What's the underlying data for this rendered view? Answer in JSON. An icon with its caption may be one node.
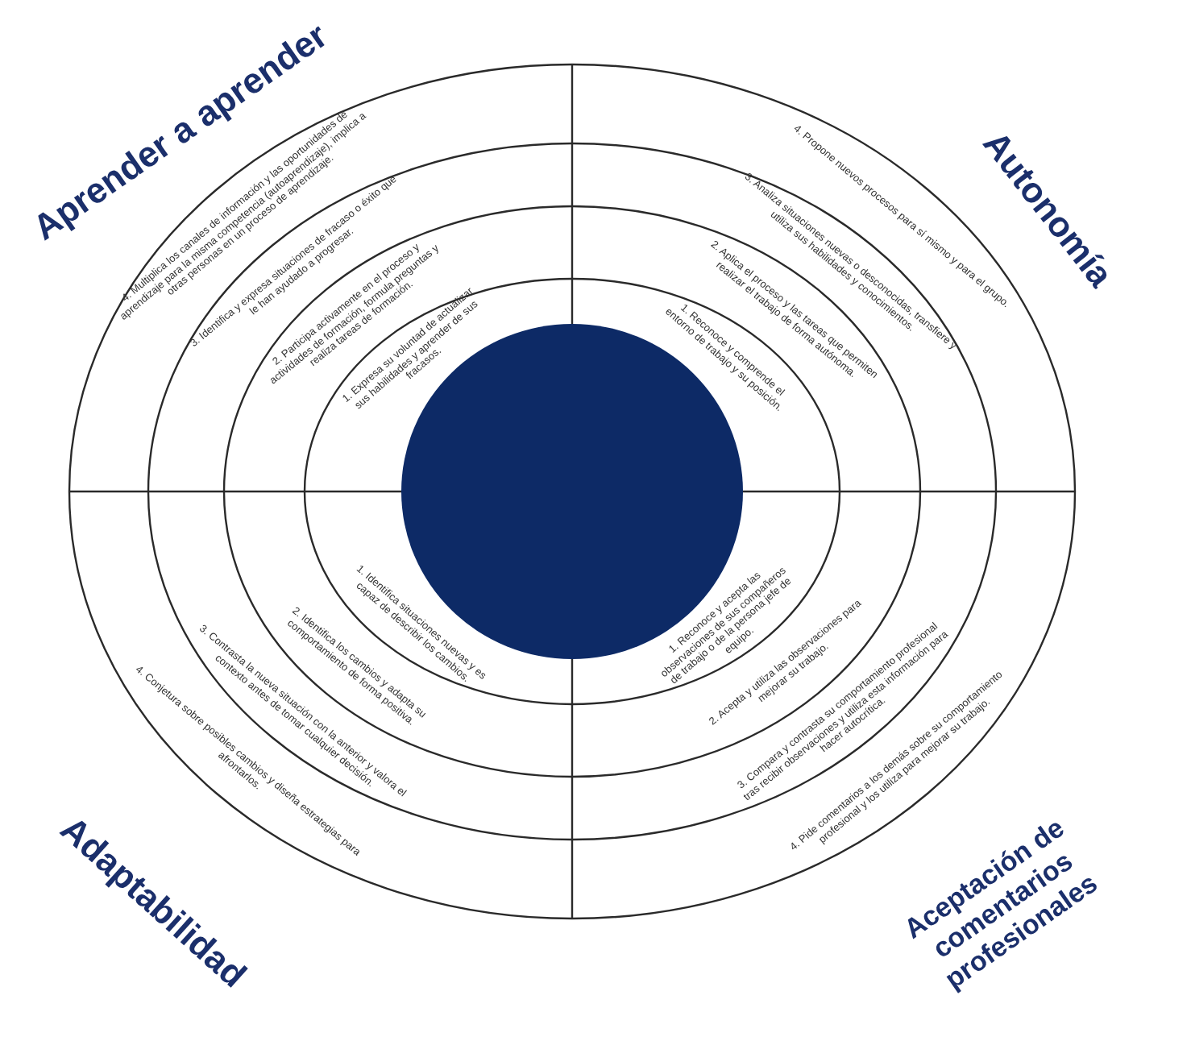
{
  "diagram": {
    "labels": [
      "Aprender a aprender",
      "1. Expresa su voluntad de actualizar sus habilidades y aprender de sus fracasos.",
      "2. Participa activamente en el proceso y actividades de formación, formula preguntas y realiza tareas de formación.",
      "3. Identifica y expresa situaciones de fracaso o éxito que le han ayudado a progresar.",
      "4. Multiplica los canales de información y las oportunidades de aprendizaje para la misma competencia (autoaprendizaje), implica a otras personas en un proceso de aprendizaje.",
      "Autonomía",
      "1. Reconoce y comprende el entorno de trabajo y su posición.",
      "2. Aplica el proceso y las tareas que permiten realizar el trabajo de forma autónoma.",
      "3. Analiza situaciones nuevas o desconocidas, transfiere y utiliza sus habilidades y conocimientos.",
      "4. Propone nuevos procesos para sí mismo y para el grupo.",
      "Adaptabilidad",
      "1. Identifica situaciones nuevas y es capaz de describir los cambios.",
      "2. Identifica los cambios y adapta su comportamiento de forma positiva.",
      "3. Contrasta la nueva situación con la anterior y valora el contexto antes de tomar cualquier decisión.",
      "4. Conjetura sobre posibles cambios y diseña estrategias para afrontarlos.",
      "Aceptación de comentarios profesionales",
      "1. Reconoce y acepta las observaciones de sus compañeros de trabajo o de la persona jefe de equipo.",
      "2. Acepta y utiliza las observaciones para mejorar su trabajo.",
      "3. Compara y contrasta su comportamiento profesional tras recibir observaciones y utiliza esta información para hacer autocrítica.",
      "4. Pide comentarios a los demás sobre su comportamiento profesional y los utiliza para mejorar su trabajo."
    ]
  }
}
